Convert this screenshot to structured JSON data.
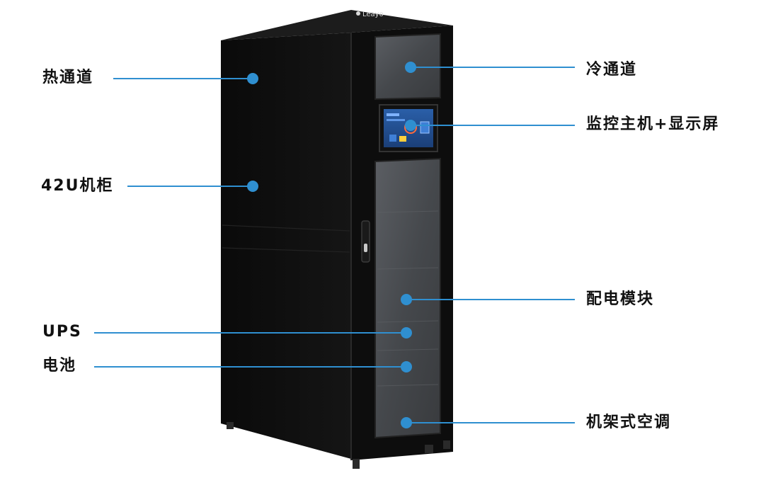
{
  "brand": {
    "logo_text": "Leayo"
  },
  "labels": {
    "hot_aisle": "热通道",
    "rack_42u": "42U机柜",
    "ups": "UPS",
    "battery": "电池",
    "cold_aisle": "冷通道",
    "monitor_host_display": "监控主机+显示屏",
    "power_distribution_module": "配电模块",
    "rack_air_conditioner": "机架式空调"
  },
  "colors": {
    "callout_line": "#2f8fd0",
    "callout_dot": "#2f8fd0",
    "cabinet_body": "#0c0c0c",
    "label_text": "#111111"
  }
}
